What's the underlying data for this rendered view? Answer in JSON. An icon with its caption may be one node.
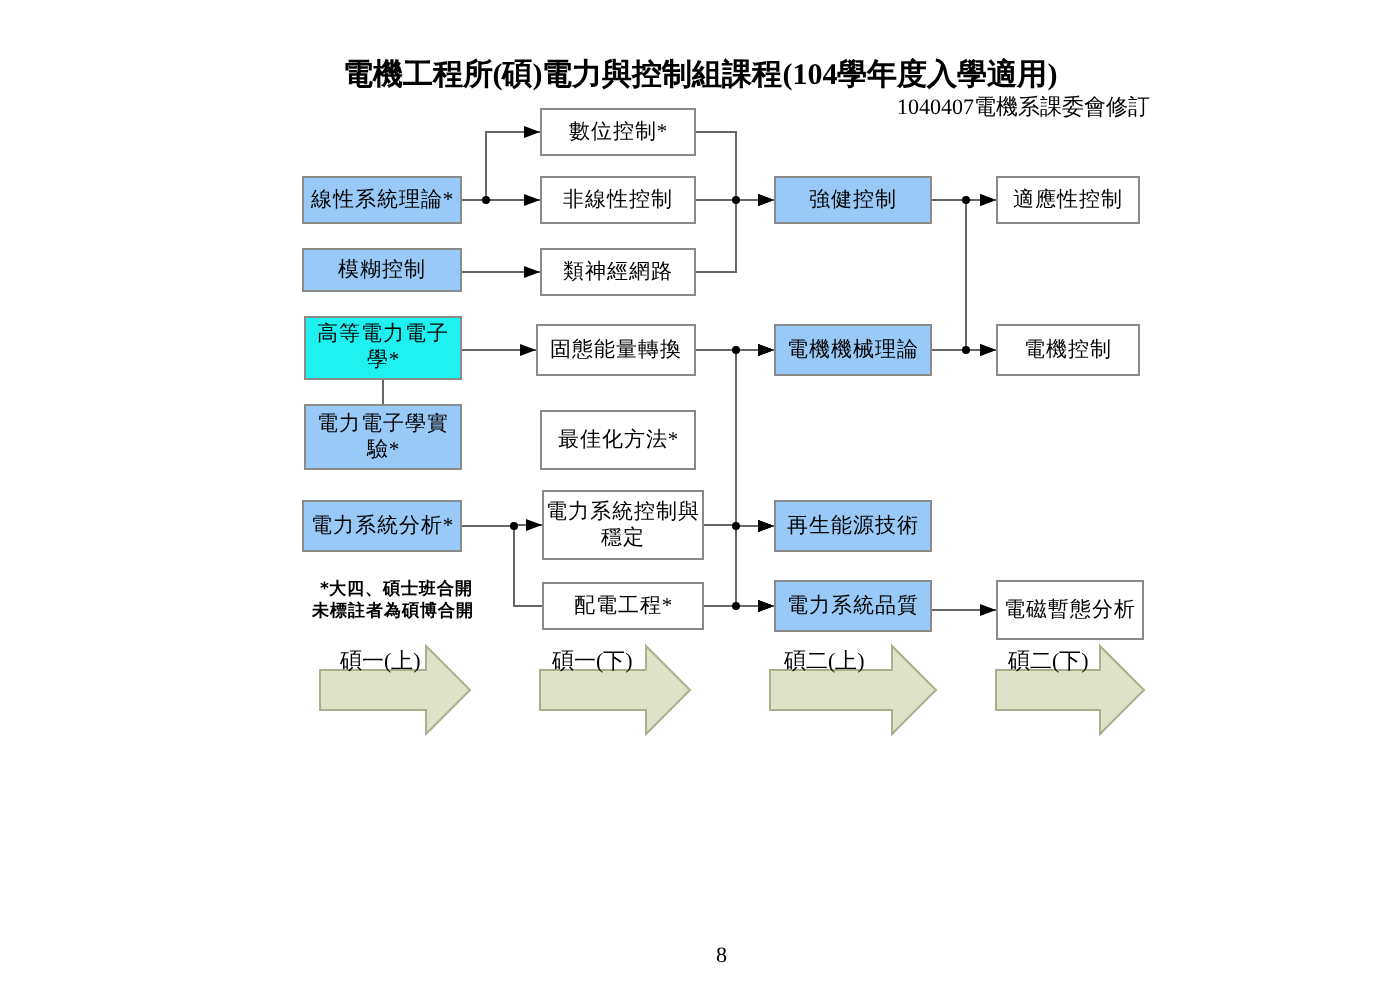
{
  "diagram": {
    "title": "電機工程所(碩)電力與控制組課程(104學年度入學適用)",
    "nodes": [
      {
        "text": [
          "線性系統理論*"
        ]
      },
      {
        "text": [
          "模糊控制"
        ]
      },
      {
        "text": [
          "高等電力電子學*"
        ]
      },
      {
        "text": [
          "電力電子學實驗*"
        ]
      },
      {
        "text": [
          "電力系統分析*"
        ]
      },
      {
        "text": [
          "數位控制*"
        ]
      },
      {
        "text": [
          "非線性控制"
        ]
      },
      {
        "text": [
          "類神經網路"
        ]
      },
      {
        "text": [
          "固態能量轉換"
        ]
      },
      {
        "text": [
          "最佳化方法*"
        ]
      },
      {
        "text": [
          "電力系統控制與穩定"
        ]
      },
      {
        "text": [
          "配電工程*"
        ]
      },
      {
        "text": [
          "強健控制"
        ]
      },
      {
        "text": [
          "電機機械理論"
        ]
      },
      {
        "text": [
          "再生能源技術"
        ]
      },
      {
        "text": [
          "電力系統品質"
        ]
      },
      {
        "text": [
          "適應性控制"
        ]
      },
      {
        "text": [
          "電機控制"
        ]
      },
      {
        "text": [
          "電磁暫態分析"
        ]
      }
    ],
    "edges": [
      {
        "from": 0,
        "to": 5,
        "arrow": "to"
      },
      {
        "from": 0,
        "to": 6,
        "arrow": "to"
      },
      {
        "from": 1,
        "to": 7,
        "arrow": "to"
      },
      {
        "from": 5,
        "to": 12,
        "arrow": "to"
      },
      {
        "from": 6,
        "to": 12,
        "arrow": "to"
      },
      {
        "from": 7,
        "to": 12,
        "arrow": "to"
      },
      {
        "from": 12,
        "to": 16,
        "arrow": "to"
      },
      {
        "from": 12,
        "to": 17,
        "arrow": "to"
      },
      {
        "from": 13,
        "to": 16,
        "arrow": "to"
      },
      {
        "from": 13,
        "to": 17,
        "arrow": "to"
      },
      {
        "from": 2,
        "to": 8,
        "arrow": "to"
      },
      {
        "from": 2,
        "to": 3,
        "arrow": "none"
      },
      {
        "from": 8,
        "to": 13,
        "arrow": "to"
      },
      {
        "from": 8,
        "to": 14,
        "arrow": "to"
      },
      {
        "from": 8,
        "to": 15,
        "arrow": "to"
      },
      {
        "from": 10,
        "to": 13,
        "arrow": "to"
      },
      {
        "from": 10,
        "to": 14,
        "arrow": "to"
      },
      {
        "from": 10,
        "to": 15,
        "arrow": "to"
      },
      {
        "from": 11,
        "to": 13,
        "arrow": "to"
      },
      {
        "from": 11,
        "to": 14,
        "arrow": "to"
      },
      {
        "from": 11,
        "to": 15,
        "arrow": "to"
      },
      {
        "from": 4,
        "to": 10,
        "arrow": "to"
      },
      {
        "from": 4,
        "to": 11,
        "arrow": "none"
      },
      {
        "from": 15,
        "to": 18,
        "arrow": "to"
      }
    ],
    "labels": [
      "1040407電機系課委會修訂",
      "*大四、碩士班合開",
      "未標註者為碩博合開",
      "碩一(上)",
      "碩一(下)",
      "碩二(上)",
      "碩二(下)",
      "8"
    ]
  }
}
